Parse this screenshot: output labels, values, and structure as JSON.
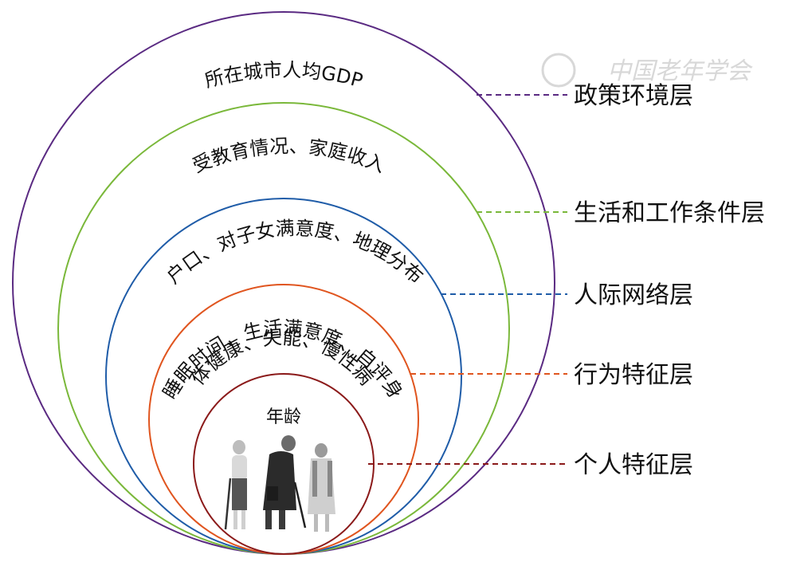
{
  "watermark": {
    "text": "中国老年学会"
  },
  "layers": [
    {
      "id": "policy",
      "label": "政策环境层",
      "factors": "所在城市人均GDP",
      "color": "#5a2a82"
    },
    {
      "id": "living",
      "label": "生活和工作条件层",
      "factors": "受教育情况、家庭收入",
      "color": "#7ab83a"
    },
    {
      "id": "network",
      "label": "人际网络层",
      "factors": "户口、对子女满意度、地理分布",
      "color": "#1f5ca8"
    },
    {
      "id": "behavior",
      "label": "行为特征层",
      "factors_line1": "睡眠时间、生活满意度、自评身",
      "factors_line2": "体健康、失能、慢性病",
      "color": "#e0551f"
    },
    {
      "id": "personal",
      "label": "个人特征层",
      "factors": "年龄",
      "color": "#8b1a1a"
    }
  ],
  "figures": {
    "icon": "elderly-people-icon"
  }
}
